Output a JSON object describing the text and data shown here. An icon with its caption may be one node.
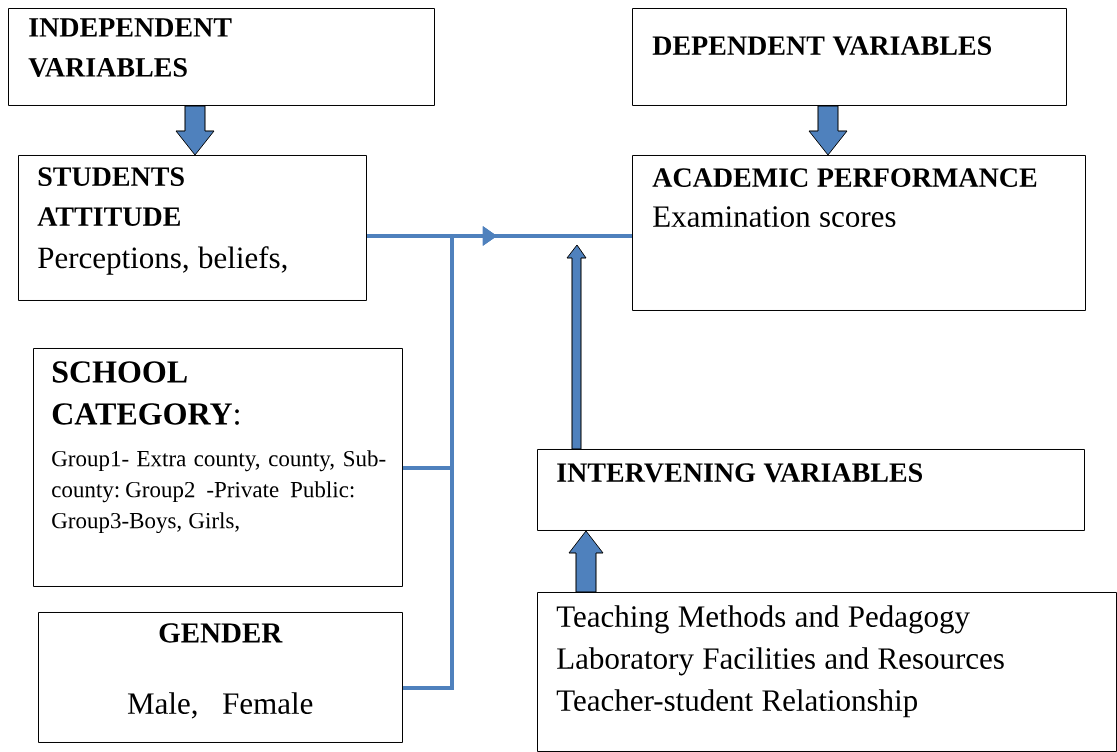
{
  "diagram": {
    "nodes": [
      {
        "text": [
          "INDEPENDENT VARIABLES"
        ]
      },
      {
        "text": [
          "DEPENDENT VARIABLES"
        ]
      },
      {
        "text": [
          "STUDENTS ATTITUDE",
          "Perceptions, beliefs,"
        ]
      },
      {
        "text": [
          "ACADEMIC PERFORMANCE",
          "Examination scores"
        ]
      },
      {
        "text": [
          "**SCHOOL CATEGORY**:",
          "Group1- Extra county, county, Sub-county: Group2 -Private Public: Group3-Boys, Girls,"
        ]
      },
      {
        "text": [
          "INTERVENING VARIABLES"
        ]
      },
      {
        "text": [
          "GENDER",
          "Male, Female"
        ]
      },
      {
        "text": [
          "Teaching Methods and Pedagogy",
          "Laboratory Facilities and Resources",
          "Teacher-student Relationship"
        ]
      }
    ],
    "edges": [
      {
        "from": 0,
        "to": 2,
        "arrow": "to",
        "style": "thick"
      },
      {
        "from": 1,
        "to": 3,
        "arrow": "to",
        "style": "thick"
      },
      {
        "from": 2,
        "to": 3,
        "arrow": "to"
      },
      {
        "from": 4,
        "to": 3,
        "arrow": "to"
      },
      {
        "from": 6,
        "to": 3,
        "arrow": "to"
      },
      {
        "from": 5,
        "to": 3,
        "arrow": "to",
        "style": "thick"
      },
      {
        "from": 7,
        "to": 5,
        "arrow": "to",
        "style": "thick"
      }
    ]
  }
}
